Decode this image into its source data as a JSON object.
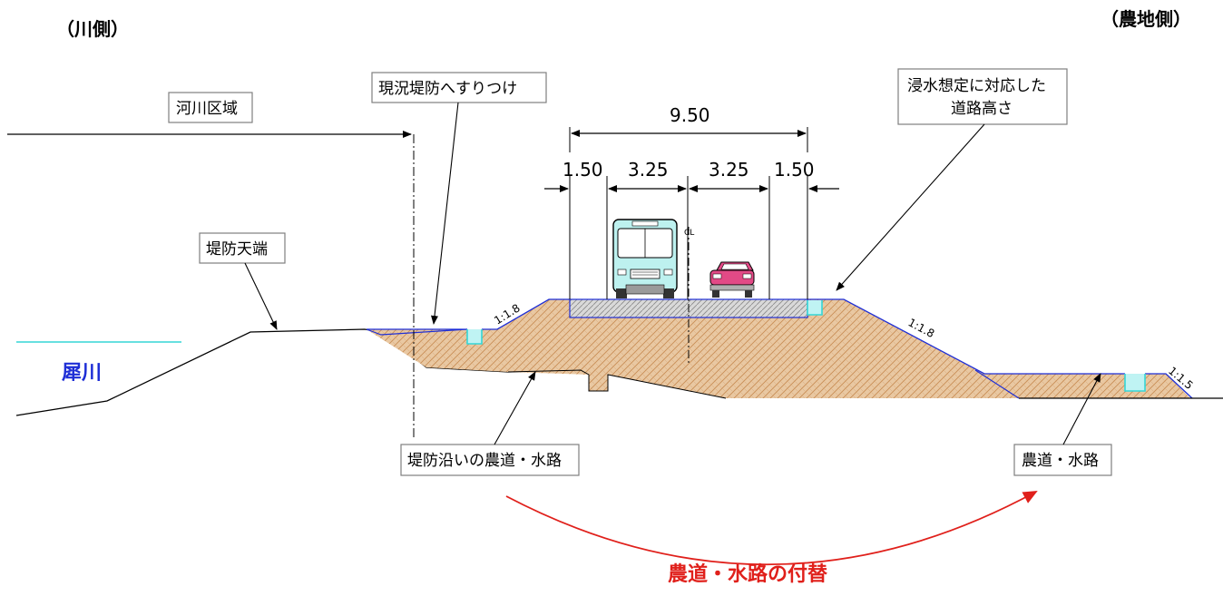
{
  "side_labels": {
    "left": "（川側）",
    "right": "（農地側）"
  },
  "river_name": "犀川",
  "callouts": {
    "river_zone": "河川区域",
    "tie_in": "現況堤防へすりつけ",
    "levee_crown": "堤防天端",
    "road_height_line1": "浸水想定に対応した",
    "road_height_line2": "道路高さ",
    "levee_farm_road": "堤防沿いの農道・水路",
    "farm_road": "農道・水路"
  },
  "dimensions": {
    "total": "9.50",
    "shoulder_left": "1.50",
    "lane_left": "3.25",
    "lane_right": "3.25",
    "shoulder_right": "1.50"
  },
  "centerline_mark": "CL",
  "slopes": {
    "left": "1:1.8",
    "right": "1:1.8",
    "far_right": "1:1.5"
  },
  "relocation_caption": "農道・水路の付替",
  "colors": {
    "accent_red": "#e0201b",
    "river_blue": "#1f2fd6",
    "water_cyan": "#35d6d6",
    "embankment": "#e8c9a6"
  }
}
